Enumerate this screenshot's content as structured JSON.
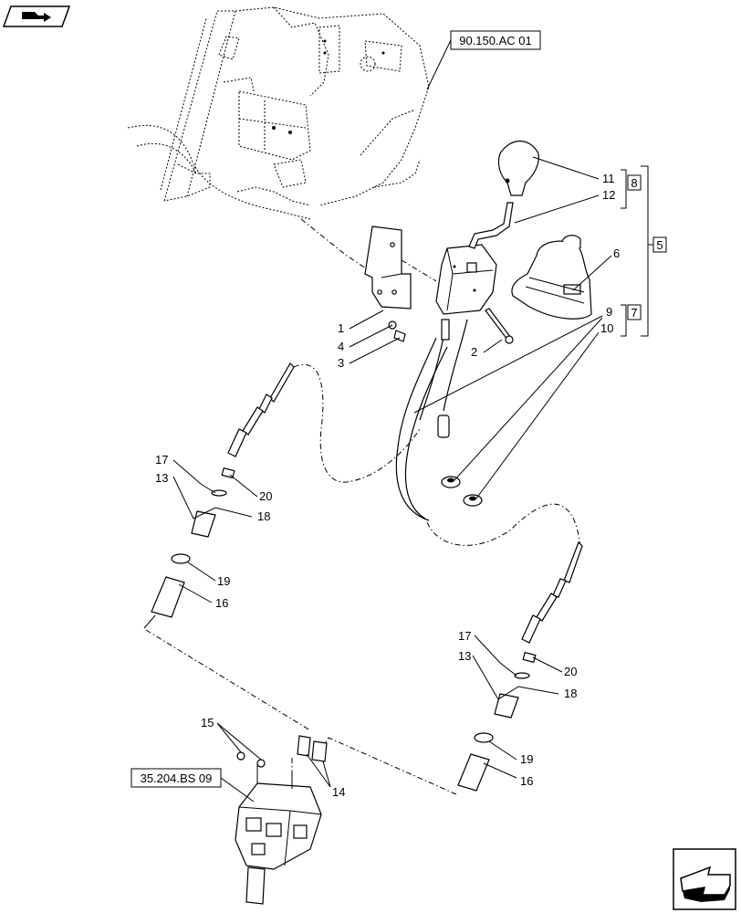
{
  "references": {
    "top": "90.150.AC 01",
    "bottom": "35.204.BS 09"
  },
  "nav_icons": {
    "top_left": "book-arrow-icon",
    "bottom_right": "next-arrow-icon"
  },
  "bracket_labels": {
    "b8": "8",
    "b7": "7",
    "b5": "5"
  },
  "callouts": {
    "c1": "1",
    "c2": "2",
    "c3": "3",
    "c4": "4",
    "c6": "6",
    "c9": "9",
    "c10": "10",
    "c11": "11",
    "c12": "12",
    "c13a": "13",
    "c13b": "13",
    "c14": "14",
    "c15": "15",
    "c16a": "16",
    "c16b": "16",
    "c17a": "17",
    "c17b": "17",
    "c18a": "18",
    "c18b": "18",
    "c19a": "19",
    "c19b": "19",
    "c20a": "20",
    "c20b": "20"
  }
}
